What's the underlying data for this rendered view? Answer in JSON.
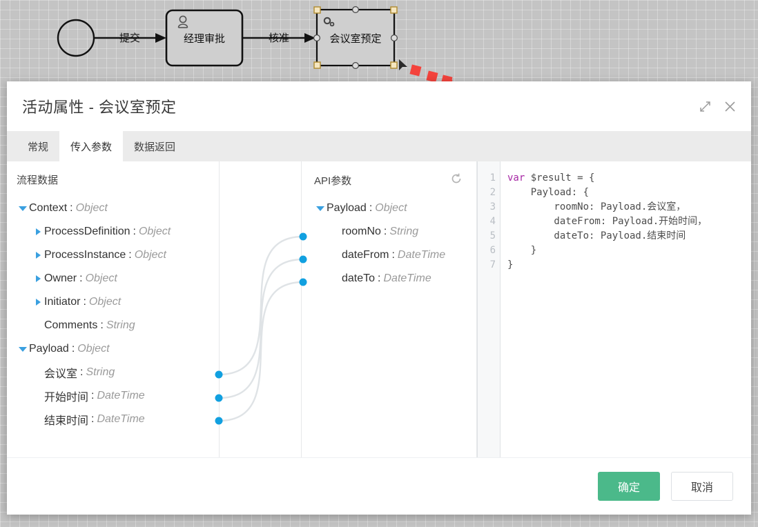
{
  "diagram": {
    "nodes": [
      {
        "id": "start",
        "type": "start-event",
        "label": ""
      },
      {
        "id": "approve",
        "type": "user-task",
        "label": "经理审批"
      },
      {
        "id": "booking",
        "type": "service-task",
        "label": "会议室预定",
        "selected": true
      }
    ],
    "edges": [
      {
        "from": "start",
        "to": "approve",
        "label": "提交"
      },
      {
        "from": "approve",
        "to": "booking",
        "label": "核准"
      }
    ],
    "annotation": {
      "type": "red-dashed-arrow",
      "direction": "down-right"
    }
  },
  "dialog": {
    "title": "活动属性 - 会议室预定",
    "header_actions": [
      {
        "name": "expand-icon",
        "label": "展开"
      },
      {
        "name": "close-icon",
        "label": "关闭"
      }
    ],
    "tabs": [
      {
        "label": "常规",
        "active": false
      },
      {
        "label": "传入参数",
        "active": true
      },
      {
        "label": "数据返回",
        "active": false
      }
    ],
    "footer": {
      "confirm_label": "确定",
      "cancel_label": "取消",
      "confirm_color": "#4bb98a"
    }
  },
  "process_panel": {
    "caption": "流程数据",
    "nodes": [
      {
        "indent": 1,
        "caret": "down",
        "name": "Context",
        "sep": ":",
        "type": "Object"
      },
      {
        "indent": 2,
        "caret": "right",
        "name": "ProcessDefinition",
        "sep": ":",
        "type": "Object"
      },
      {
        "indent": 2,
        "caret": "right",
        "name": "ProcessInstance",
        "sep": ":",
        "type": "Object"
      },
      {
        "indent": 2,
        "caret": "right",
        "name": "Owner",
        "sep": ":",
        "type": "Object"
      },
      {
        "indent": 2,
        "caret": "right",
        "name": "Initiator",
        "sep": ":",
        "type": "Object"
      },
      {
        "indent": 2,
        "caret": "none",
        "name": "Comments",
        "sep": ":",
        "type": "String"
      },
      {
        "indent": 1,
        "caret": "down",
        "name": "Payload",
        "sep": ":",
        "type": "Object"
      },
      {
        "indent": 2,
        "caret": "none",
        "name": "会议室",
        "sep": ":",
        "type": "String",
        "port": true
      },
      {
        "indent": 2,
        "caret": "none",
        "name": "开始时间",
        "sep": ":",
        "type": "DateTime",
        "port": true
      },
      {
        "indent": 2,
        "caret": "none",
        "name": "结束时间",
        "sep": ":",
        "type": "DateTime",
        "port": true
      }
    ]
  },
  "api_panel": {
    "caption": "API参数",
    "refresh_icon": "refresh-icon",
    "nodes": [
      {
        "indent": 1,
        "caret": "down",
        "name": "Payload",
        "sep": ":",
        "type": "Object"
      },
      {
        "indent": 2,
        "caret": "none",
        "name": "roomNo",
        "sep": ":",
        "type": "String",
        "port": true
      },
      {
        "indent": 2,
        "caret": "none",
        "name": "dateFrom",
        "sep": ":",
        "type": "DateTime",
        "port": true
      },
      {
        "indent": 2,
        "caret": "none",
        "name": "dateTo",
        "sep": ":",
        "type": "DateTime",
        "port": true
      }
    ]
  },
  "mappings": [
    {
      "from": "会议室",
      "to": "roomNo"
    },
    {
      "from": "开始时间",
      "to": "dateFrom"
    },
    {
      "from": "结束时间",
      "to": "dateTo"
    }
  ],
  "code_editor": {
    "line_numbers": [
      "1",
      "2",
      "3",
      "4",
      "5",
      "6",
      "7"
    ],
    "lines": [
      {
        "kw": "var",
        "rest": " $result = {"
      },
      {
        "kw": "",
        "rest": "    Payload: {"
      },
      {
        "kw": "",
        "rest": "        roomNo: Payload.会议室，"
      },
      {
        "kw": "",
        "rest": "        dateFrom: Payload.开始时间，"
      },
      {
        "kw": "",
        "rest": "        dateTo: Payload.结束时间"
      },
      {
        "kw": "",
        "rest": "    }"
      },
      {
        "kw": "",
        "rest": "}"
      }
    ]
  }
}
